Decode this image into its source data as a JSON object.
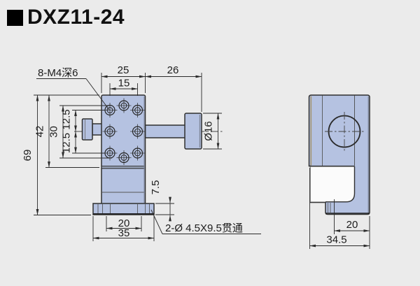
{
  "title": {
    "bullet": "■",
    "text": "DXZ11-24"
  },
  "colors": {
    "background": "#ebebeb",
    "part_fill": "#b5c2e1",
    "edge": "#2f2f2f",
    "dimension_lines": "#2b2b2b",
    "inner_face": "#fbfbfb"
  },
  "front_view": {
    "label_holes": "8-M4深6",
    "label_slots": "2-Ø 4.5X9.5贯通",
    "dim_body_width": "25",
    "dim_knob_length": "26",
    "dim_hole_span_h": "15",
    "dim_total_height": "69",
    "dim_body_height": "42",
    "dim_hole_span_v": "30",
    "dim_hole_pitch_top": "12.5",
    "dim_hole_pitch_bottom": "12.5",
    "dim_knob_diameter": "Ø16",
    "dim_base_height": "7.5",
    "dim_slot_span": "20",
    "dim_base_width": "35"
  },
  "side_view": {
    "dim_foot_width": "20",
    "dim_depth": "34.5"
  }
}
